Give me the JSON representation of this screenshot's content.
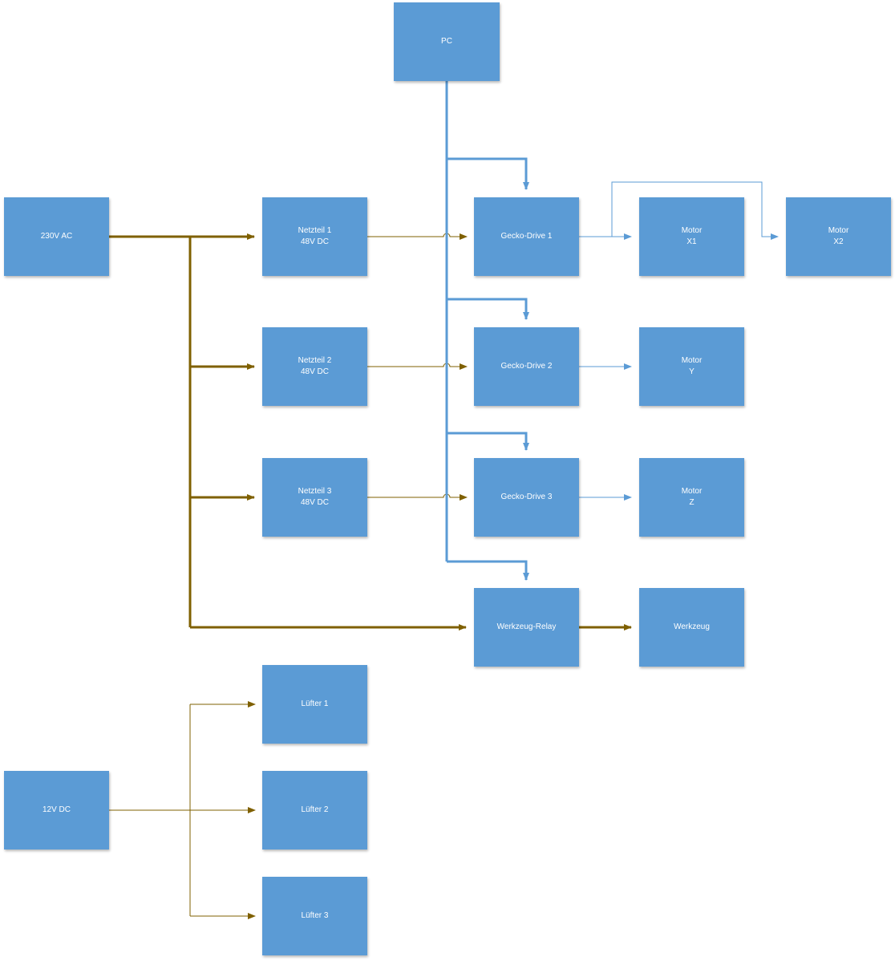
{
  "colors": {
    "box_fill": "#5B9BD5",
    "data_line": "#5B9BD5",
    "power_line": "#7F6000",
    "text": "#FFFFFF"
  },
  "nodes": {
    "pc": {
      "line1": "PC"
    },
    "ac": {
      "line1": "230V AC"
    },
    "psu1": {
      "line1": "Netzteil 1",
      "line2": "48V DC"
    },
    "psu2": {
      "line1": "Netzteil 2",
      "line2": "48V DC"
    },
    "psu3": {
      "line1": "Netzteil 3",
      "line2": "48V DC"
    },
    "gecko1": {
      "line1": "Gecko-Drive 1"
    },
    "gecko2": {
      "line1": "Gecko-Drive 2"
    },
    "gecko3": {
      "line1": "Gecko-Drive 3"
    },
    "motor_x1": {
      "line1": "Motor",
      "line2": "X1"
    },
    "motor_x2": {
      "line1": "Motor",
      "line2": "X2"
    },
    "motor_y": {
      "line1": "Motor",
      "line2": "Y"
    },
    "motor_z": {
      "line1": "Motor",
      "line2": "Z"
    },
    "relay": {
      "line1": "Werkzeug-Relay"
    },
    "tool": {
      "line1": "Werkzeug"
    },
    "dc12": {
      "line1": "12V DC"
    },
    "fan1": {
      "line1": "Lüfter 1"
    },
    "fan2": {
      "line1": "Lüfter 2"
    },
    "fan3": {
      "line1": "Lüfter 3"
    }
  }
}
